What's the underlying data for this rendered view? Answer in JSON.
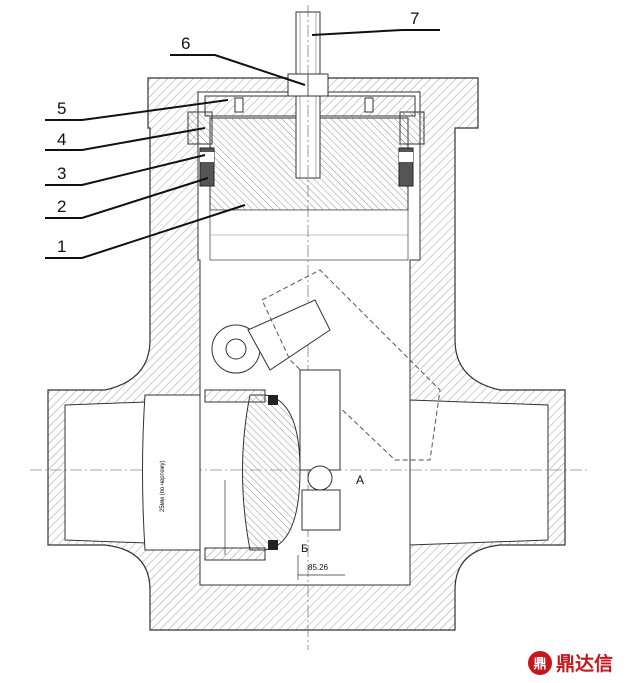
{
  "callouts": [
    {
      "id": "1",
      "label": "1"
    },
    {
      "id": "2",
      "label": "2"
    },
    {
      "id": "3",
      "label": "3"
    },
    {
      "id": "4",
      "label": "4"
    },
    {
      "id": "5",
      "label": "5"
    },
    {
      "id": "6",
      "label": "6"
    },
    {
      "id": "7",
      "label": "7"
    }
  ],
  "annotations": {
    "view_a": "A",
    "mark_b": "Б",
    "dimension": "85.26",
    "vertical_note": "25мм (по чертежу)"
  },
  "watermark": {
    "text": "鼎达信",
    "mark": "鼎",
    "color": "#c8161d"
  },
  "colors": {
    "line": "#333333",
    "hatch": "#777777",
    "leader": "#111111"
  }
}
